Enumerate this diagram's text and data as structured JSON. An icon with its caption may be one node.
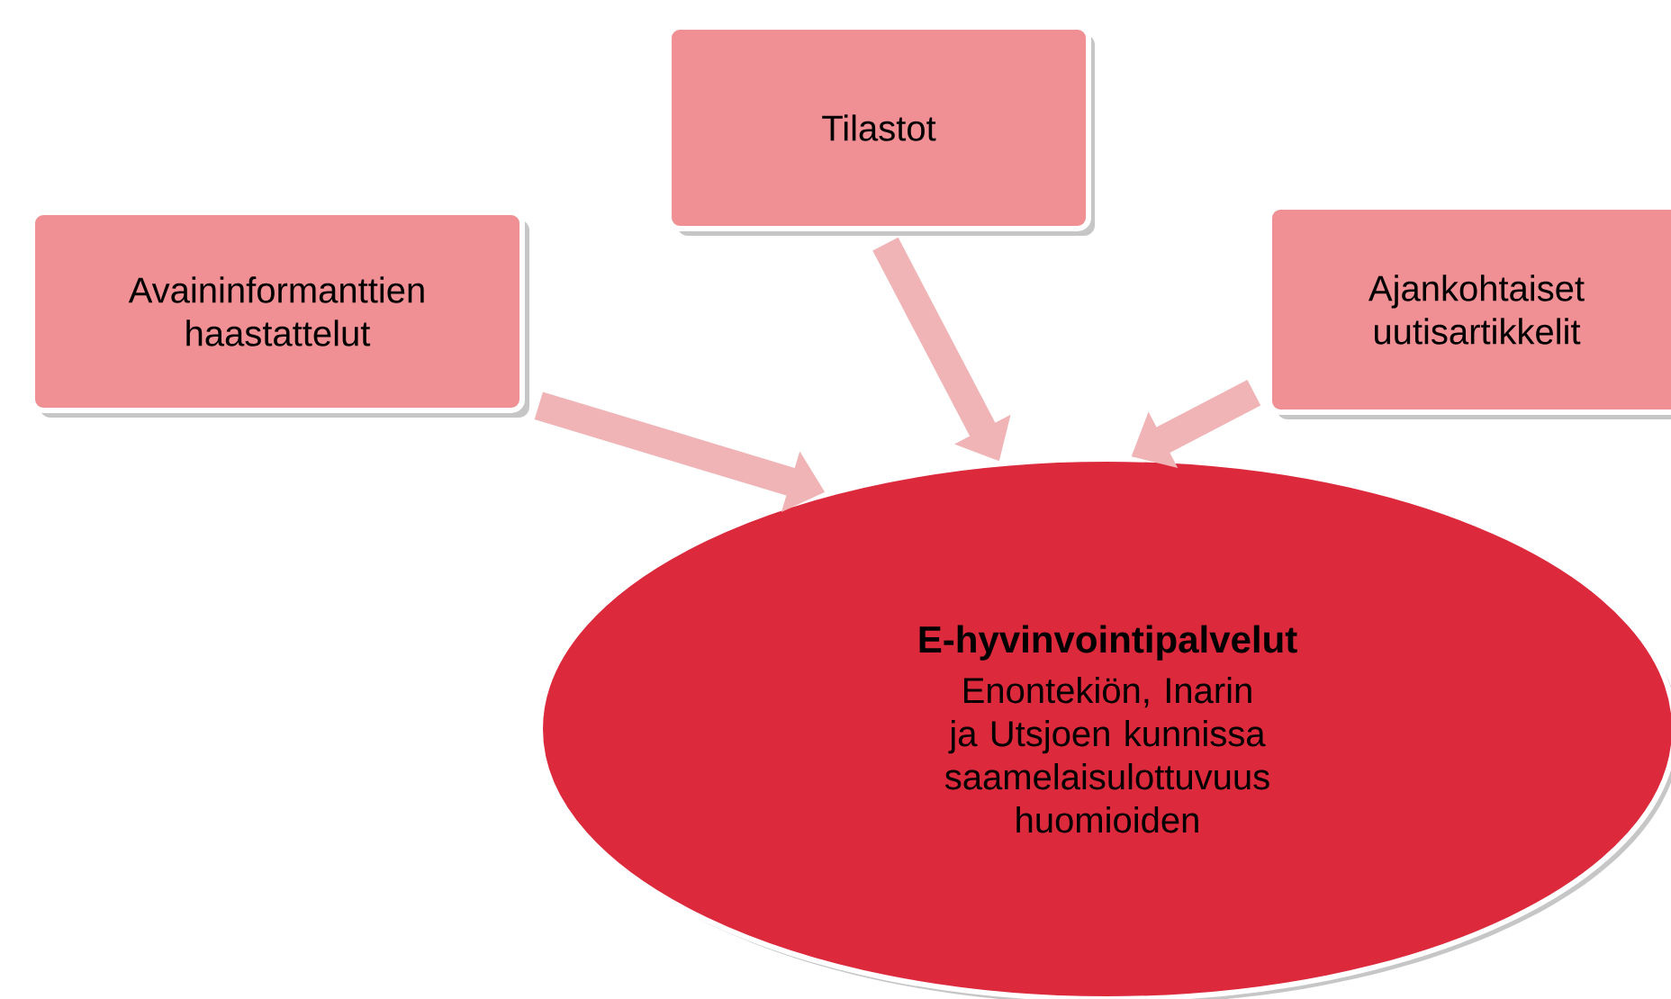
{
  "diagram": {
    "nodes": [
      {
        "text": [
          "Avaininformanttien haastattelut"
        ]
      },
      {
        "text": [
          "Tilastot"
        ]
      },
      {
        "text": [
          "Ajankohtaiset uutisartikkelit"
        ]
      },
      {
        "text": [
          "E-hyvinvointipalvelut",
          "Enontekiön, Inarin ja Utsjoen kunnissa saamelaisulottuvuus huomioiden"
        ]
      }
    ],
    "edges": [
      {
        "from": 0,
        "to": 3,
        "arrow": "to"
      },
      {
        "from": 1,
        "to": 3,
        "arrow": "to"
      },
      {
        "from": 2,
        "to": 3,
        "arrow": "to"
      }
    ]
  }
}
